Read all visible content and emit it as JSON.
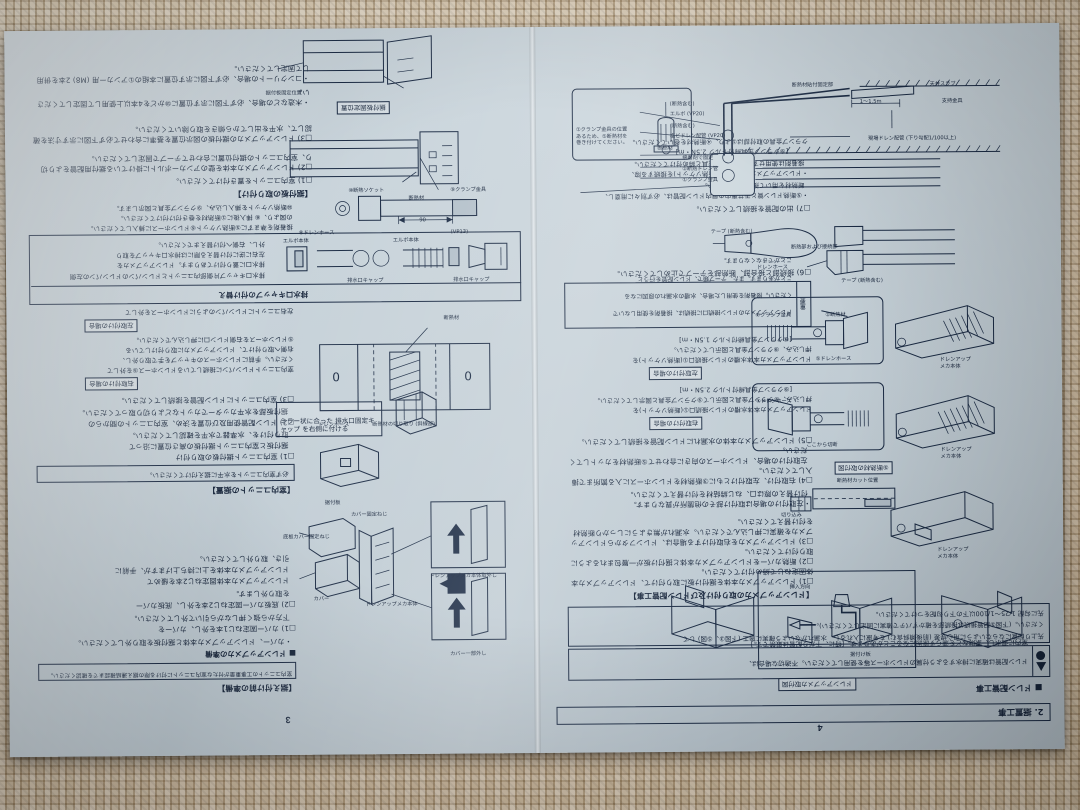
{
  "photo": {
    "surface": "woven-tan-fabric",
    "paper_color": "#c7d2d9",
    "ink_color": "#18263c",
    "orientation_note": "sheet photographed upside-down (rotated 180 degrees)"
  },
  "booklet": {
    "left_page_number": "4",
    "right_page_number": "3"
  },
  "page4": {
    "section_number": "2. 据置工事",
    "subsection": "■ ドレン配管工事",
    "warning": {
      "label_top": "注意",
      "text_line1": "ドレン配管は確実に排水するよう付属のドレンホース等を使用してください。不適切な場合は、",
      "text_line2": "室内に漏水し、家財などを濡らす原因になることがあります。[特に、下がり配管は厳禁です。]"
    },
    "note_box": {
      "line1": "先上り配管にならないように用心誤差 (前後傾斜含む) を考慮に入れるし、水漏れがないよう確実に施工 (下図③、⑤図) して",
      "line2": "ください。(下図⑤配管接続は接続部を確かずパテで確実に固定してください)。",
      "line3": "先に勾配 1/25～1/100以下の下り勾配をつけてください。"
    },
    "dren_head": "【ドレンアップメカの取り付け及びドレン配管工事】",
    "dren_items": [
      "□1) ドレンアップメカ本体を据付け板に取り付けて、ドレンアップメカ本体固定ねじで締め付けてください。",
      "□2) 断熱カバーをドレンアップメカ本体と据付け板が一層包まれるように取り付けてください。",
      "□3) ドレンアップメカを右取付けする場合は、ドレンフタからドレンアップメカを確実に押し込んでください。水漏れが無きようにしっかり断熱材を付け替えてください。",
      "・左取付けの場合は取付け部その他箇所が異なります。",
      "付け替えの際は口、ねじ締結材を付け替えてください。",
      "□4) 右取付け、左取付けともに③断熱材をドレンホースに入る箇所まで挿入してください。",
      "左取付けの場合、ドレンホースの向きに合わせて⑤断熱材をカットしてください。",
      "□5) ドレンアップメカ本体の水漏れにドレン配管を接続してください。"
    ],
    "case_right_label": "右取付けの場合",
    "case_left_label": "左取付けの場合",
    "case_right_text": [
      "ドレンアップメカ本体水槽のドレン接続口①(断熱ソケット)を",
      "押し込み、⑨クランプ金具と図示して⑨クランプ金具と図示してください。",
      "[⑨クランプ金具締付トルク 2.5N・m]"
    ],
    "case_left_text": [
      "ドレンアップメカ本体水槽のドレン接続口①(断熱ソケット)を",
      "押し込み、⑨クランプ金具と図示してください。",
      "[⑨クランプ金具締付トルク 1.5N・m]"
    ],
    "important_box": {
      "title": "重要",
      "lines": [
        "ドレンアップメカのドレン接続口に接続は、接着剤を使用しないで",
        "ください。接着剤を使用した場合、水槽の水漏れの原因になる",
        "ことがあります。また、テープ類で、ドレン配管を行うと",
        "ことができなくなります。"
      ]
    },
    "item6": "□6) 接続部と接合部、断熱部をテープで止めしてください。",
    "item7": "□7) 出の配管を接続してください。",
    "bullets": [
      "・⑤断熱ドレン管と天井裏内の屋内ドレン配管は、必ず別々に用意し、",
      "断熱材を用いて接続してください。",
      "・ドレンアップメカの接続口に(断熱ソケット)を接続する際、",
      "接着剤は使用せず、⑨クランプ金具と締め付けてください。",
      "[⑨クランプ金具締付トルク 2.5N・m]",
      "クランプ金具の取付部は①より、④断熱材を巻いてください。"
    ],
    "figure_labels": {
      "tape": "テープ (断熱含む)",
      "dren_hose": "ドレンホース",
      "insulated_joint": "断熱部および接続部",
      "vp20_a": "エルボ (VP20)",
      "vp20_b": "塩ビドレン配管 (VP20)",
      "insul_note_a": "(断熱含む)",
      "insul_note_b": "(断熱含む)",
      "clamp": "①クランプ金具",
      "insul_dren": "②断熱ドレン管",
      "connect": "接着剤で固定",
      "slope": "1～1.5m",
      "ceiling": "天井スラブ",
      "field_dren": "現場ドレン配管 (下り勾配1/100以上)",
      "fixpoint": "支持金具",
      "insul_fix": "断熱材貼付固定部",
      "detail_title": "断熱材",
      "detail_note": "①クランプ金具の位置\nあるため、⑤断熱材を\n巻き付けてください。"
    },
    "panel_labels": {
      "unit_a": "ドレンアップ\nメカ本体",
      "unit_b": "ドレンアップ\nメカ本体",
      "mount": "据付け板",
      "insul": "②断熱材",
      "clamp_metal": "①クランプ金具",
      "dren_hose_5": "⑤ドレンホース",
      "dren_hose_4": "④ドレンホース",
      "cut_here": "ここから切断",
      "insert": "挿入方向",
      "panel_title_a": "ドレンアップメカ取付図",
      "panel_title_b": "⑤断熱材の取付図",
      "insul_cut": "断熱材カット位置",
      "cut_label": "切り込み"
    }
  },
  "page3": {
    "mount_head": "【据付板の取り付け】",
    "mount_items": [
      "□1) 室内ユニットを置き付けてください。",
      "□2) ドレンアップメカ本体を壁のアンカーボルトに掛けている据付用配管をより切り、室内ユニットの据付位置に合わせてテープで固定してください。",
      "□3) ドレンアップメカの据付板の図示位置を基準に合わせて必ず下図に示す寸法を確認して、水平を出してから傾きを取り除いてください。",
      "・木造などの場合、必ず下図に示す位置に⑩かどを4本以上使用して固定してください。",
      "・コンクリートの場合、必ず下図に示す位置に本組の①アンカー用 (M8) 2本を併用して固定してください。"
    ],
    "drain_head": "排水口キャップの付け替え",
    "drain_text": [
      "排水口キャップ片側部内ユニットとドレンパンのドレンパンの左側",
      "排水口に蓋り付けてあります。ドレンアップメカを",
      "左右に逆に付け替える際には排水口キャップを取り",
      "外し、右側へ付け替えまでください。"
    ],
    "clamp_note": [
      "接着剤を準まずに⑤断熱ソケット⑥ドレンホースに挿入してください。",
      "の図より、⑥ 挿入後に①断熱材を巻き付け付けてください。",
      "⑩断熱ソケットを挿入し込み、⑨クランプ金具と図示します。",
      "[⑨クランプ金具締付トルク 1.5N・m]"
    ],
    "unit_head": "【室内ユニットの据置】",
    "unit_warn": "必ず室内ユニットを水平に据え付けてください。",
    "unit_items": [
      "□1) 室内ユニット据付板の取り付け",
      "据付板と室内ユニット据付板の高さ位置に沿って",
      "取り付けを、水準器で水平を確認してください。",
      "□2) ドレン配管使用及び位置を決め、室内ユニットの間からの",
      "据付板部を水平カッターでカットなどより切り取ってください。",
      "□3) 室内ユニットにドレン配管を接続してください。"
    ],
    "case_right_label": "右取付けの場合",
    "case_left_label": "左取付けの場合",
    "case_right_text": [
      "室内ユニットドレンパンに接続しているドレンホース⑤を外して",
      "ください。手前にドレンホースのキャップを手で取り外し、",
      "右側へ取り付けて、ドレンアップメカに取り付けしている",
      "⑤ドレンホースを右側ドレン口に押し込んでください。"
    ],
    "case_left_text": [
      "左右ユニットにドレンパンのようにドレンホースを外して"
    ],
    "cover_head": "【据え付け前の準備】",
    "cover_warn": "室内ユニットの工事重量が付たな室内ユニットに付ける際の据え連結確認までを確認ください。",
    "cover_sub": "■ ドレンアップメカの準備",
    "cover_items": [
      "・カバー、ドレンアップメカ本体と据付板を取り外してください。",
      "□1) カバー固定ねじ1本を外し、カバーを",
      "下方から強く押しながら引いて外してください。",
      "□2) 底板カバー固定ねじ2本を外し、底板カバー",
      "を取り外します。",
      "ドレンアップメカ本体固定ねじ2本を緩めて",
      "ドレンアップメカ本体を上に持ち上げますが、手前に",
      "引き、取り外してください。"
    ],
    "figure_labels": {
      "mount_fix": "据付板固定位置",
      "insul": "断熱材",
      "dren_hose": "ドレンホース",
      "insul_cut": "断熱材の切り取り (斜線部)",
      "dim_90": "90",
      "vp13": "(VP13)",
      "clamp": "⑨クランプ金具",
      "socket": "⑩断熱ソケット",
      "hose": "⑧ドレンホース",
      "insul_mat": "⑤断熱材",
      "insul_mat2": "①断熱材",
      "elbow": "エルボ本体",
      "cap": "排水口キャップ",
      "body": "本体",
      "cover": "カバー",
      "bottom_cover": "底板カバー",
      "cover_screw": "カバー固定ねじ",
      "bottom_screw": "底板カバー固定ねじ",
      "unit_body": "ドレンアップメカ本体",
      "mount_plate": "据付板",
      "mirror_note": "ミラー状に合った\n排水口固定キャップ\nを右側に付ける",
      "cover_remove": "カバー一部外し",
      "dren_remove": "ドレンアップメカ本体取外し"
    }
  }
}
